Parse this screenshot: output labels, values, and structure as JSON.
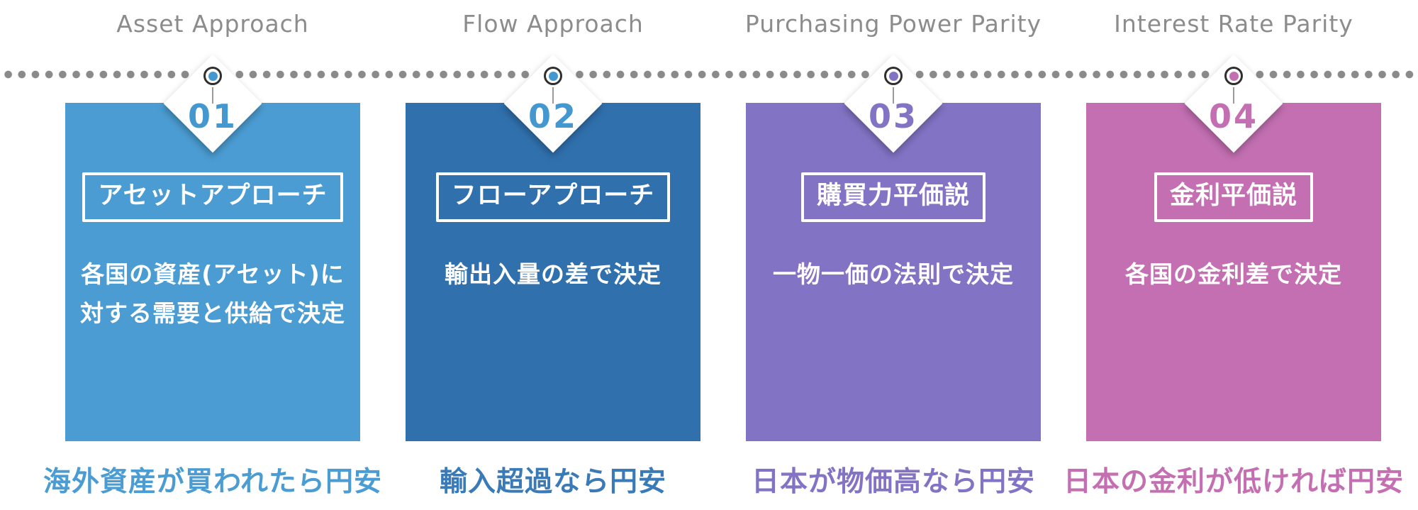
{
  "timeline": {
    "dot_color": "#8A8A8A",
    "label_color": "#8C8C8C",
    "ring_color": "#2F2F2F"
  },
  "sections": [
    {
      "en_label": "Asset Approach",
      "number": "01",
      "card_color": "#4A9CD2",
      "accent_color": "#4597CF",
      "caption_color": "#4A9CD2",
      "title": "アセットアプローチ",
      "body_lines": [
        "各国の資産(アセット)に",
        "対する需要と供給で決定"
      ],
      "caption": "海外資産が買われたら円安"
    },
    {
      "en_label": "Flow Approach",
      "number": "02",
      "card_color": "#2F70AD",
      "accent_color": "#4597CF",
      "caption_color": "#3A7BB7",
      "title": "フローアプローチ",
      "body_lines": [
        "輸出入量の差で決定"
      ],
      "caption": "輸入超過なら円安"
    },
    {
      "en_label": "Purchasing Power Parity",
      "number": "03",
      "card_color": "#8273C4",
      "accent_color": "#8273C4",
      "caption_color": "#8273C4",
      "title": "購買力平価説",
      "body_lines": [
        "一物一価の法則で決定"
      ],
      "caption": "日本が物価高なら円安"
    },
    {
      "en_label": "Interest Rate Parity",
      "number": "04",
      "card_color": "#C36FB1",
      "accent_color": "#C36FB1",
      "caption_color": "#C36FB1",
      "title": "金利平価説",
      "body_lines": [
        "各国の金利差で決定"
      ],
      "caption": "日本の金利が低ければ円安"
    }
  ]
}
